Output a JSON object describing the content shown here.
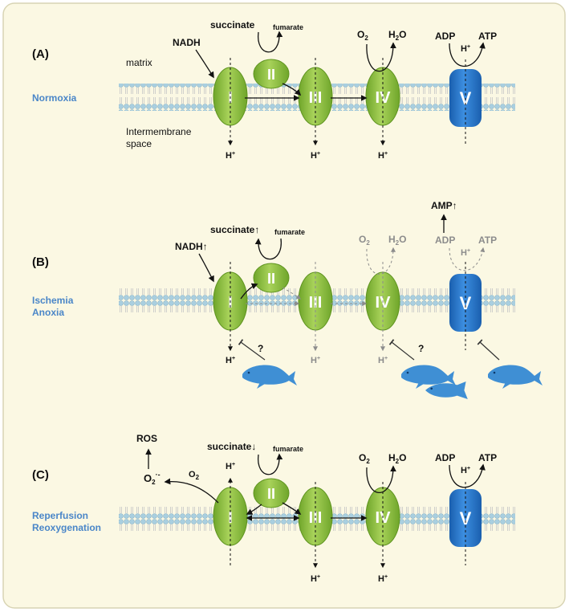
{
  "colors": {
    "background": "#fbf8e3",
    "border": "#d8d4b4",
    "label_blue": "#4a86c8",
    "complex_green": "#8dbf3f",
    "complex_v_blue": "#1f6fc0",
    "active": "#111111",
    "inactive": "#8c8c8c",
    "organism_blue": "#3f8fd4"
  },
  "panels": {
    "a": {
      "letter": "(A)",
      "condition": "Normoxia",
      "matrix_label": "matrix",
      "ims_label_1": "Intermembrane",
      "ims_label_2": "space",
      "nadh": "NADH",
      "succinate": "succinate",
      "fumarate": "fumarate",
      "o2": "O",
      "o2_sub": "2",
      "h2o_h": "H",
      "h2o_sub": "2",
      "h2o_o": "O",
      "adp": "ADP",
      "atp": "ATP",
      "h": "H",
      "h_sup": "+",
      "complex_i": "I",
      "complex_ii": "II",
      "complex_iii": "III",
      "complex_iv": "IV",
      "complex_v": "V"
    },
    "b": {
      "letter": "(B)",
      "condition_1": "Ischemia",
      "condition_2": "Anoxia",
      "nadh": "NADH",
      "succinate": "succinate",
      "fumarate": "fumarate",
      "up_arrow": "↑",
      "o2": "O",
      "o2_sub": "2",
      "h2o_h": "H",
      "h2o_sub": "2",
      "h2o_o": "O",
      "adp": "ADP",
      "atp": "ATP",
      "amp": "AMP",
      "h": "H",
      "h_sup": "+",
      "question": "?",
      "complex_i": "I",
      "complex_ii": "II",
      "complex_iii": "III",
      "complex_iv": "IV",
      "complex_v": "V"
    },
    "c": {
      "letter": "(C)",
      "condition_1": "Reperfusion",
      "condition_2": "Reoxygenation",
      "ros": "ROS",
      "superoxide": "O",
      "superoxide_sub": "2",
      "superoxide_sup": "·-",
      "o2": "O",
      "o2_sub": "2",
      "succinate": "succinate",
      "down_arrow": "↓",
      "fumarate": "fumarate",
      "h2o_h": "H",
      "h2o_sub": "2",
      "h2o_o": "O",
      "adp": "ADP",
      "atp": "ATP",
      "h": "H",
      "h_sup": "+",
      "complex_i": "I",
      "complex_ii": "II",
      "complex_iii": "III",
      "complex_iv": "IV",
      "complex_v": "V"
    }
  }
}
